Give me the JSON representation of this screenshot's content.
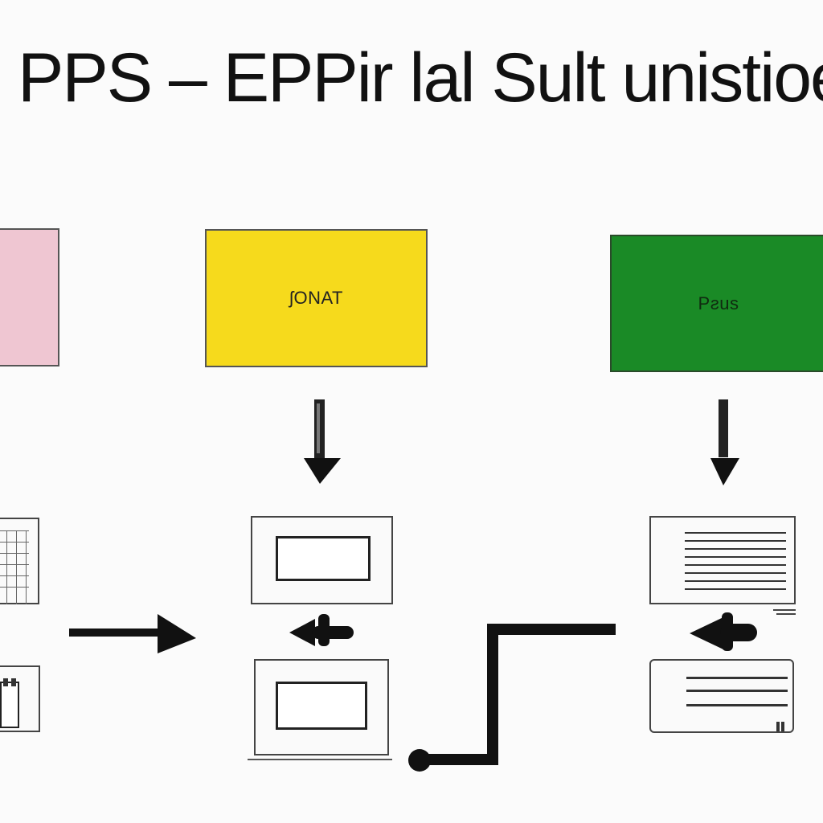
{
  "title": "PPS – EPPir lal Sult unistioe",
  "boxes": {
    "pink_label": "",
    "yellow_label": "ʃONAT",
    "green_label": "Pƨus"
  },
  "colors": {
    "pink": "#efc6d2",
    "yellow": "#f6da1c",
    "green": "#1a8a26",
    "line": "#111111",
    "background": "#fbfbfb"
  },
  "icons": [
    "down-arrow-icon",
    "right-arrow-icon",
    "left-arrow-icon",
    "document-icon",
    "list-icon",
    "connector-knob-icon"
  ]
}
